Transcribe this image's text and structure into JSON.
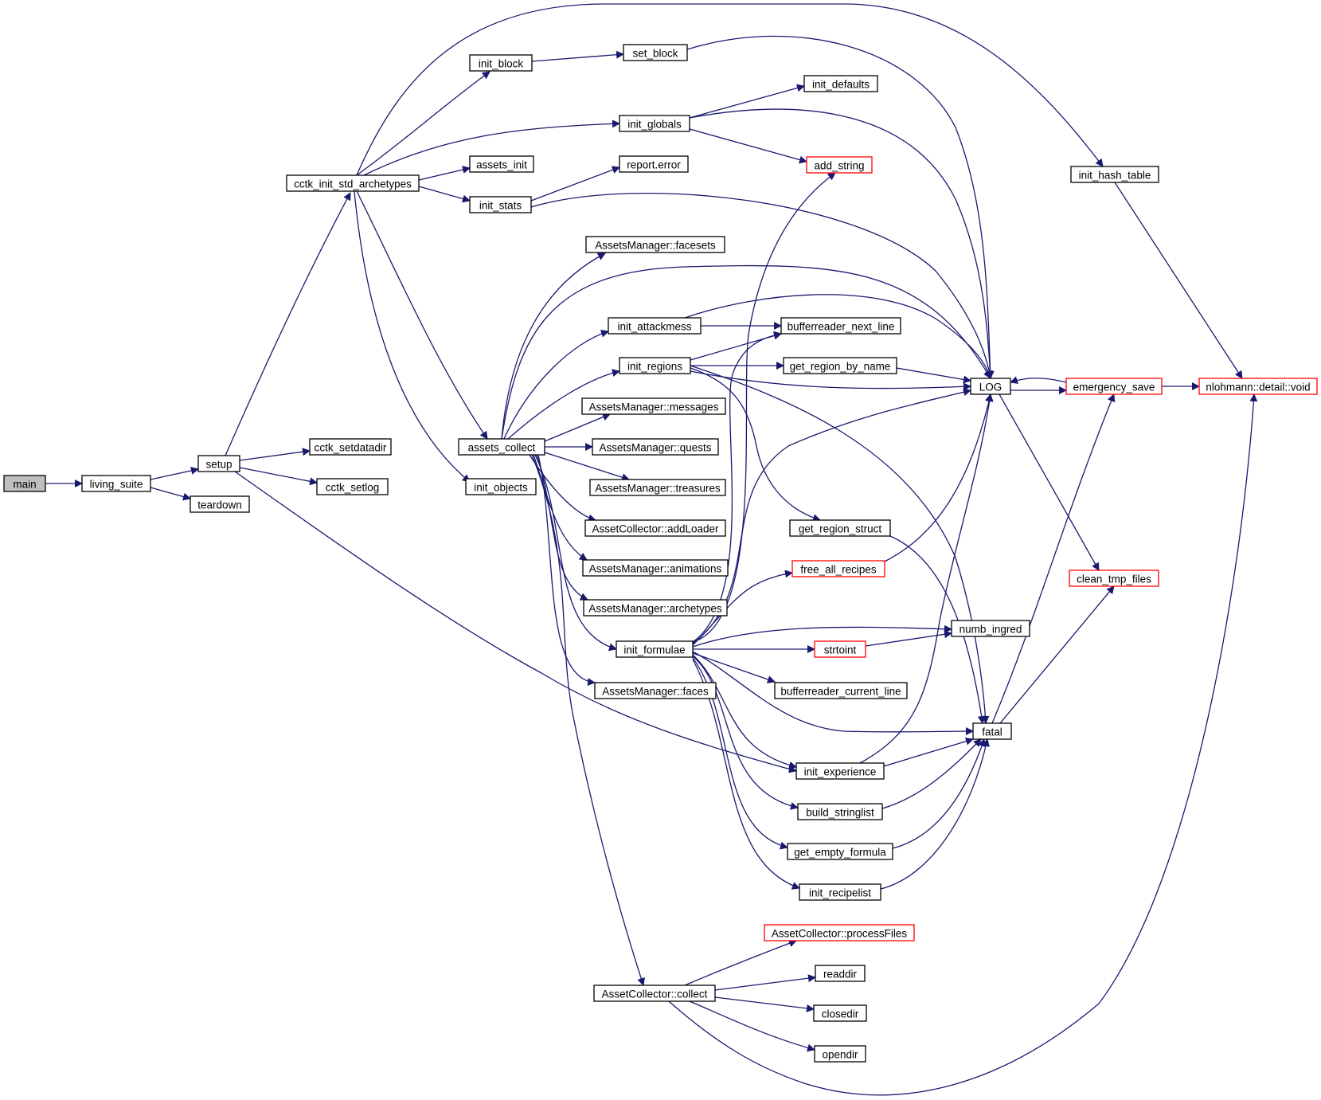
{
  "colors": {
    "edge": "#191970",
    "node_border": "#000000",
    "node_border_truncated": "#ff0000",
    "node_fill": "#ffffff",
    "root_fill": "#bfbfbf"
  },
  "nodes": [
    {
      "id": "main",
      "label": "main",
      "root": true
    },
    {
      "id": "living_suite",
      "label": "living_suite"
    },
    {
      "id": "setup",
      "label": "setup"
    },
    {
      "id": "teardown",
      "label": "teardown"
    },
    {
      "id": "cctk_setdatadir",
      "label": "cctk_setdatadir"
    },
    {
      "id": "cctk_setlog",
      "label": "cctk_setlog"
    },
    {
      "id": "cctk_init_std_archetypes",
      "label": "cctk_init_std_archetypes"
    },
    {
      "id": "init_block",
      "label": "init_block"
    },
    {
      "id": "set_block",
      "label": "set_block"
    },
    {
      "id": "init_globals",
      "label": "init_globals"
    },
    {
      "id": "init_defaults",
      "label": "init_defaults"
    },
    {
      "id": "assets_init",
      "label": "assets_init"
    },
    {
      "id": "report_error",
      "label": "report.error"
    },
    {
      "id": "add_string",
      "label": "add_string",
      "truncated": true
    },
    {
      "id": "init_stats",
      "label": "init_stats"
    },
    {
      "id": "init_hash_table",
      "label": "init_hash_table"
    },
    {
      "id": "am_facesets",
      "label": "AssetsManager::facesets"
    },
    {
      "id": "init_attackmess",
      "label": "init_attackmess"
    },
    {
      "id": "bufferreader_next_line",
      "label": "bufferreader_next_line"
    },
    {
      "id": "init_regions",
      "label": "init_regions"
    },
    {
      "id": "get_region_by_name",
      "label": "get_region_by_name"
    },
    {
      "id": "LOG",
      "label": "LOG"
    },
    {
      "id": "emergency_save",
      "label": "emergency_save",
      "truncated": true
    },
    {
      "id": "nlohmann_void",
      "label": "nlohmann::detail::void",
      "truncated": true
    },
    {
      "id": "am_messages",
      "label": "AssetsManager::messages"
    },
    {
      "id": "assets_collect",
      "label": "assets_collect"
    },
    {
      "id": "am_quests",
      "label": "AssetsManager::quests"
    },
    {
      "id": "init_objects",
      "label": "init_objects"
    },
    {
      "id": "am_treasures",
      "label": "AssetsManager::treasures"
    },
    {
      "id": "ac_addLoader",
      "label": "AssetCollector::addLoader"
    },
    {
      "id": "get_region_struct",
      "label": "get_region_struct"
    },
    {
      "id": "am_animations",
      "label": "AssetsManager::animations"
    },
    {
      "id": "free_all_recipes",
      "label": "free_all_recipes",
      "truncated": true
    },
    {
      "id": "clean_tmp_files",
      "label": "clean_tmp_files",
      "truncated": true
    },
    {
      "id": "am_archetypes",
      "label": "AssetsManager::archetypes"
    },
    {
      "id": "numb_ingred",
      "label": "numb_ingred"
    },
    {
      "id": "init_formulae",
      "label": "init_formulae"
    },
    {
      "id": "strtoint",
      "label": "strtoint",
      "truncated": true
    },
    {
      "id": "am_faces",
      "label": "AssetsManager::faces"
    },
    {
      "id": "bufferreader_current_line",
      "label": "bufferreader_current_line"
    },
    {
      "id": "fatal",
      "label": "fatal"
    },
    {
      "id": "init_experience",
      "label": "init_experience"
    },
    {
      "id": "build_stringlist",
      "label": "build_stringlist"
    },
    {
      "id": "get_empty_formula",
      "label": "get_empty_formula"
    },
    {
      "id": "init_recipelist",
      "label": "init_recipelist"
    },
    {
      "id": "ac_processFiles",
      "label": "AssetCollector::processFiles",
      "truncated": true
    },
    {
      "id": "readdir",
      "label": "readdir"
    },
    {
      "id": "ac_collect",
      "label": "AssetCollector::collect"
    },
    {
      "id": "closedir",
      "label": "closedir"
    },
    {
      "id": "opendir",
      "label": "opendir"
    }
  ]
}
